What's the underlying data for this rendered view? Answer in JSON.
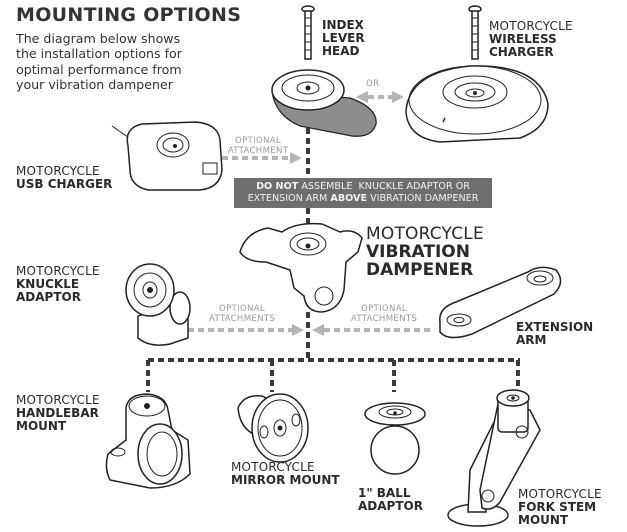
{
  "header": {
    "title": "MOUNTING OPTIONS",
    "intro_lines": [
      "The diagram below shows",
      "the installation options for",
      "optimal performance from",
      "your vibration dampener"
    ]
  },
  "components": {
    "index_lever_head": {
      "line1": "INDEX",
      "line2": "LEVER",
      "line3": "HEAD"
    },
    "wireless_charger": {
      "thin": "MOTORCYCLE",
      "bold1": "WIRELESS",
      "bold2": "CHARGER"
    },
    "usb_charger": {
      "thin": "MOTORCYCLE",
      "bold1": "USB CHARGER"
    },
    "vibration_dampener": {
      "thin": "MOTORCYCLE",
      "bold1": "VIBRATION",
      "bold2": "DAMPENER"
    },
    "knuckle_adaptor": {
      "thin": "MOTORCYCLE",
      "bold1": "KNUCKLE",
      "bold2": "ADAPTOR"
    },
    "extension_arm": {
      "bold1": "EXTENSION",
      "bold2": "ARM"
    },
    "handlebar_mount": {
      "thin": "MOTORCYCLE",
      "bold1": "HANDLEBAR",
      "bold2": "MOUNT"
    },
    "mirror_mount": {
      "thin": "MOTORCYCLE",
      "bold1": "MIRROR MOUNT"
    },
    "ball_adaptor": {
      "bold1": "1\" BALL",
      "bold2": "ADAPTOR"
    },
    "fork_stem_mount": {
      "thin": "MOTORCYCLE",
      "bold1": "FORK STEM",
      "bold2": "MOUNT"
    }
  },
  "connectors": {
    "or_label": "OR",
    "optional_attachment": {
      "line1": "OPTIONAL",
      "line2": "ATTACHMENT"
    },
    "optional_attachments_left": {
      "line1": "OPTIONAL",
      "line2": "ATTACHMENTS"
    },
    "optional_attachments_right": {
      "line1": "OPTIONAL",
      "line2": "ATTACHMENTS"
    }
  },
  "warning": {
    "bold_start": "DO NOT",
    "middle1": " ASSEMBLE  KNUCKLE ADAPTOR OR",
    "middle2": "EXTENSION ARM ",
    "bold_mid": "ABOVE",
    "end": " VIBRATION DAMPENER"
  },
  "colors": {
    "dark_dash": "#3a3a3a",
    "grey_dash": "#b5b5b5",
    "warning_bg": "#6e6e6e",
    "text": "#2a2a2a"
  }
}
